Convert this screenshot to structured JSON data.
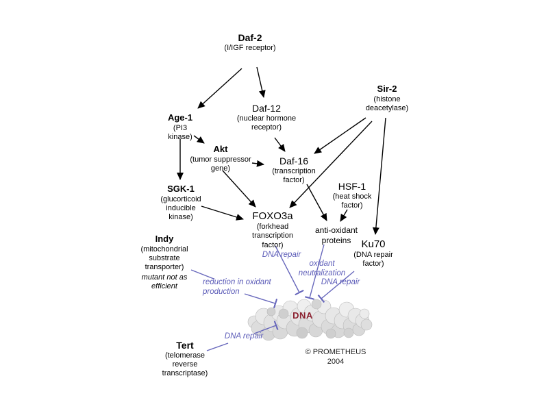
{
  "palette": {
    "text": "#000000",
    "annotation": "#5c5cb8",
    "annotation_line": "#6666bb",
    "dna_label": "#8b2130",
    "background": "#ffffff"
  },
  "nodes": {
    "daf2": {
      "title": "Daf-2",
      "subtitle": "(I/IGF receptor)"
    },
    "age1": {
      "title": "Age-1",
      "subtitle": "(PI3\nkinase)"
    },
    "daf12": {
      "title": "Daf-12",
      "subtitle": "(nuclear hormone\nreceptor)"
    },
    "sir2": {
      "title": "Sir-2",
      "subtitle": "(histone\ndeacetylase)"
    },
    "akt": {
      "title": "Akt",
      "subtitle": "(tumor suppressor\ngene)"
    },
    "daf16": {
      "title": "Daf-16",
      "subtitle": "(transcription\nfactor)"
    },
    "sgk1": {
      "title": "SGK-1",
      "subtitle": "(glucorticoid\ninducible\nkinase)"
    },
    "hsf1": {
      "title": "HSF-1",
      "subtitle": "(heat shock\nfactor)"
    },
    "foxo3a": {
      "title": "FOXO3a",
      "subtitle": "(forkhead\ntranscription\nfactor)"
    },
    "antioxidant": {
      "title": "anti-oxidant\nproteins"
    },
    "ku70": {
      "title": "Ku70",
      "subtitle": "(DNA repair\nfactor)"
    },
    "indy": {
      "title": "Indy",
      "subtitle": "(mitochondrial\nsubstrate\ntransporter)",
      "note": "mutant not as\nefficient"
    },
    "tert": {
      "title": "Tert",
      "subtitle": "(telomerase\nreverse\ntranscriptase)"
    }
  },
  "annotations": {
    "foxo3a_dna_repair": "DNA repair",
    "oxidant_neutralization": "oxidant\nneutralization",
    "ku70_dna_repair": "DNA repair",
    "reduction_in_oxidant": "reduction in oxidant\nproduction",
    "tert_dna_repair": "DNA repair",
    "dna": "DNA"
  },
  "footer": {
    "copyright": "© PROMETHEUS\n2004"
  }
}
